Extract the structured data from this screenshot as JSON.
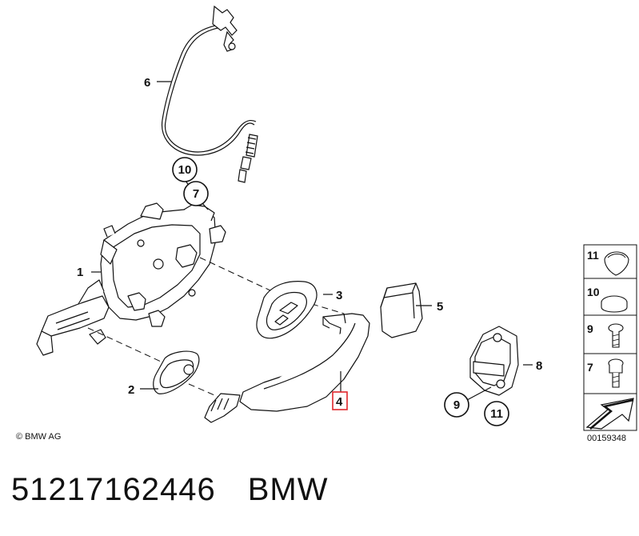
{
  "diagram": {
    "callouts": {
      "c1": "1",
      "c2": "2",
      "c3": "3",
      "c4": "4",
      "c5": "5",
      "c6": "6",
      "c7": "7",
      "c8": "8",
      "c9": "9",
      "c10": "10",
      "c11": "11"
    },
    "sidebar": {
      "items": [
        "11",
        "10",
        "9",
        "7"
      ]
    },
    "copyright": "© BMW AG",
    "drawing_number": "00159348",
    "highlight_color": "#e0262b"
  },
  "footer": {
    "part_number": "51217162446",
    "brand": "BMW"
  }
}
